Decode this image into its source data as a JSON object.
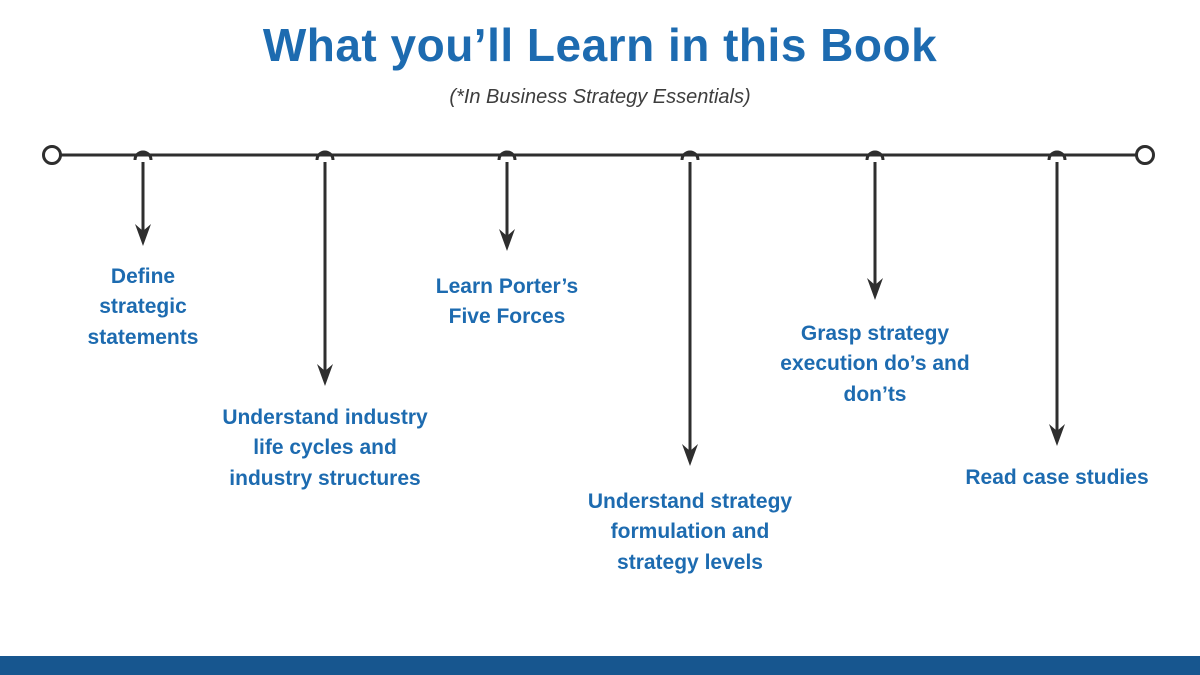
{
  "page": {
    "title": "What you’ll Learn in this Book",
    "subtitle": "(*In Business Strategy Essentials)"
  },
  "colors": {
    "accent_blue": "#1d6bb0",
    "footer_bar_blue": "#17568f",
    "line_dark": "#2e2e2e"
  },
  "timeline": {
    "items": [
      {
        "label": "Define\nstrategic\nstatements"
      },
      {
        "label": "Understand industry\nlife cycles and\nindustry structures"
      },
      {
        "label": "Learn Porter’s\nFive Forces"
      },
      {
        "label": "Understand strategy\nformulation and\nstrategy levels"
      },
      {
        "label": "Grasp strategy\nexecution do’s and\ndon’ts"
      },
      {
        "label": "Read case studies"
      }
    ]
  }
}
